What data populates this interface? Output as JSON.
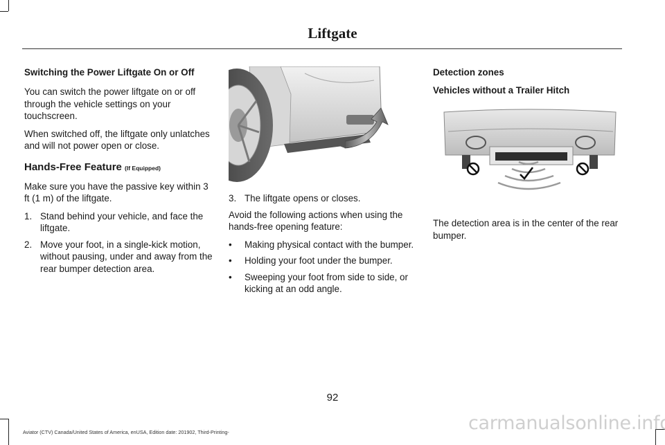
{
  "header": {
    "title": "Liftgate"
  },
  "col1": {
    "heading": "Switching the Power Liftgate On or Off",
    "para1": "You can switch the power liftgate on or off through the vehicle settings on your touchscreen.",
    "para2": "When switched off, the liftgate only unlatches and will not power open or close.",
    "section_title": "Hands-Free Feature",
    "section_suffix": "(If Equipped)",
    "para3": "Make sure you have the passive key within 3 ft (1 m) of the liftgate.",
    "steps": [
      {
        "num": "1.",
        "text": "Stand behind your vehicle, and face the liftgate."
      },
      {
        "num": "2.",
        "text": "Move your foot, in a single-kick motion, without pausing, under and away from the rear bumper detection area."
      }
    ]
  },
  "col2": {
    "step3": {
      "num": "3.",
      "text": "The liftgate opens or closes."
    },
    "para": "Avoid the following actions when using the hands-free opening feature:",
    "bullets": [
      {
        "mark": "•",
        "text": "Making physical contact with the bumper."
      },
      {
        "mark": "•",
        "text": "Holding your foot under the bumper."
      },
      {
        "mark": "•",
        "text": "Sweeping your foot from side to side, or kicking at an odd angle."
      }
    ]
  },
  "col3": {
    "heading1": "Detection zones",
    "heading2": "Vehicles without a Trailer Hitch",
    "para": "The detection area is in the center of the rear bumper."
  },
  "footer": {
    "page_number": "92",
    "text": "Aviator (CTV) Canada/United States of America, enUSA, Edition date: 201902, Third-Printing-",
    "watermark": "carmanualsonline.info"
  }
}
